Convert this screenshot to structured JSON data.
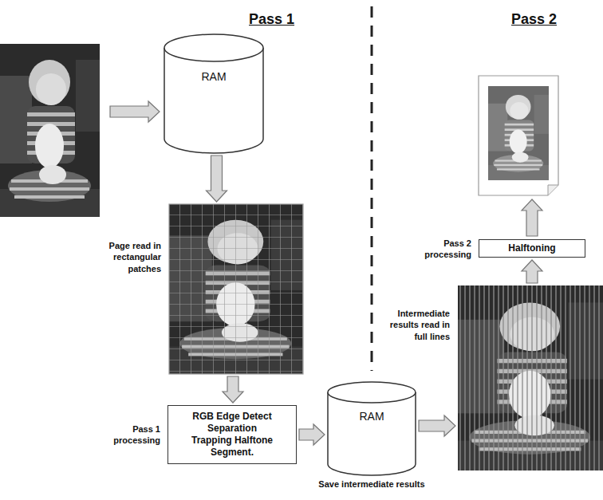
{
  "diagram": {
    "nodes": [
      {
        "text": [
          "RAM"
        ]
      },
      {
        "text": [
          "Page read in rectangular patches"
        ]
      },
      {
        "text": [
          "Pass 1 processing",
          "RGB Edge Detect Separation Trapping Halftone Segment."
        ]
      },
      {
        "text": [
          "RAM",
          "Save intermediate results"
        ]
      },
      {
        "text": [
          "Intermediate results read in full lines"
        ]
      },
      {
        "text": [
          "Pass 2 processing",
          "Halftoning"
        ]
      }
    ],
    "edges": [
      {
        "from": 0,
        "to": 1,
        "arrow": "to"
      },
      {
        "from": 1,
        "to": 2,
        "arrow": "to"
      },
      {
        "from": 2,
        "to": 3,
        "arrow": "to"
      },
      {
        "from": 3,
        "to": 4,
        "arrow": "to"
      },
      {
        "from": 4,
        "to": 5,
        "arrow": "to"
      }
    ],
    "labels": [
      "Pass 1",
      "Pass 2"
    ]
  }
}
